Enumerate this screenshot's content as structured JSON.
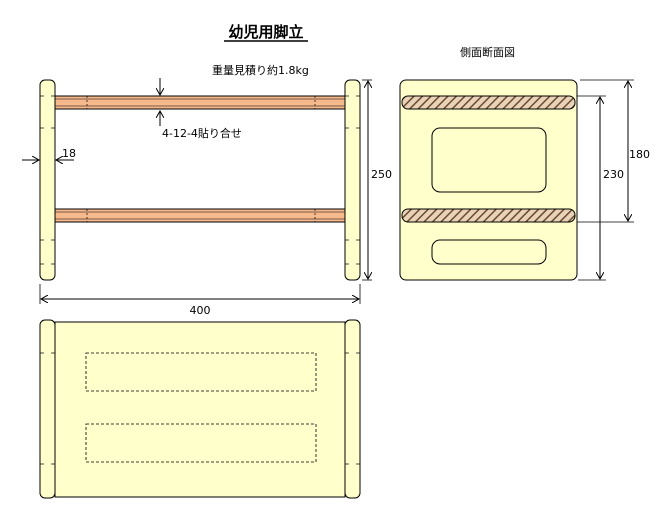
{
  "title": "幼児用脚立",
  "side_section_label": "側面断面図",
  "weight_note": "重量見積り約1.8kg",
  "plywood_note": "4-12-4貼り合せ",
  "dimensions": {
    "board_thickness": "18",
    "overall_width": "400",
    "overall_height": "250",
    "step_span": "230",
    "step_spacing": "180"
  },
  "colors": {
    "panel_fill": "#ffffcc",
    "step_fill": "#f5b98c",
    "hatch_fill": "#8a6a50",
    "line": "#000000"
  }
}
